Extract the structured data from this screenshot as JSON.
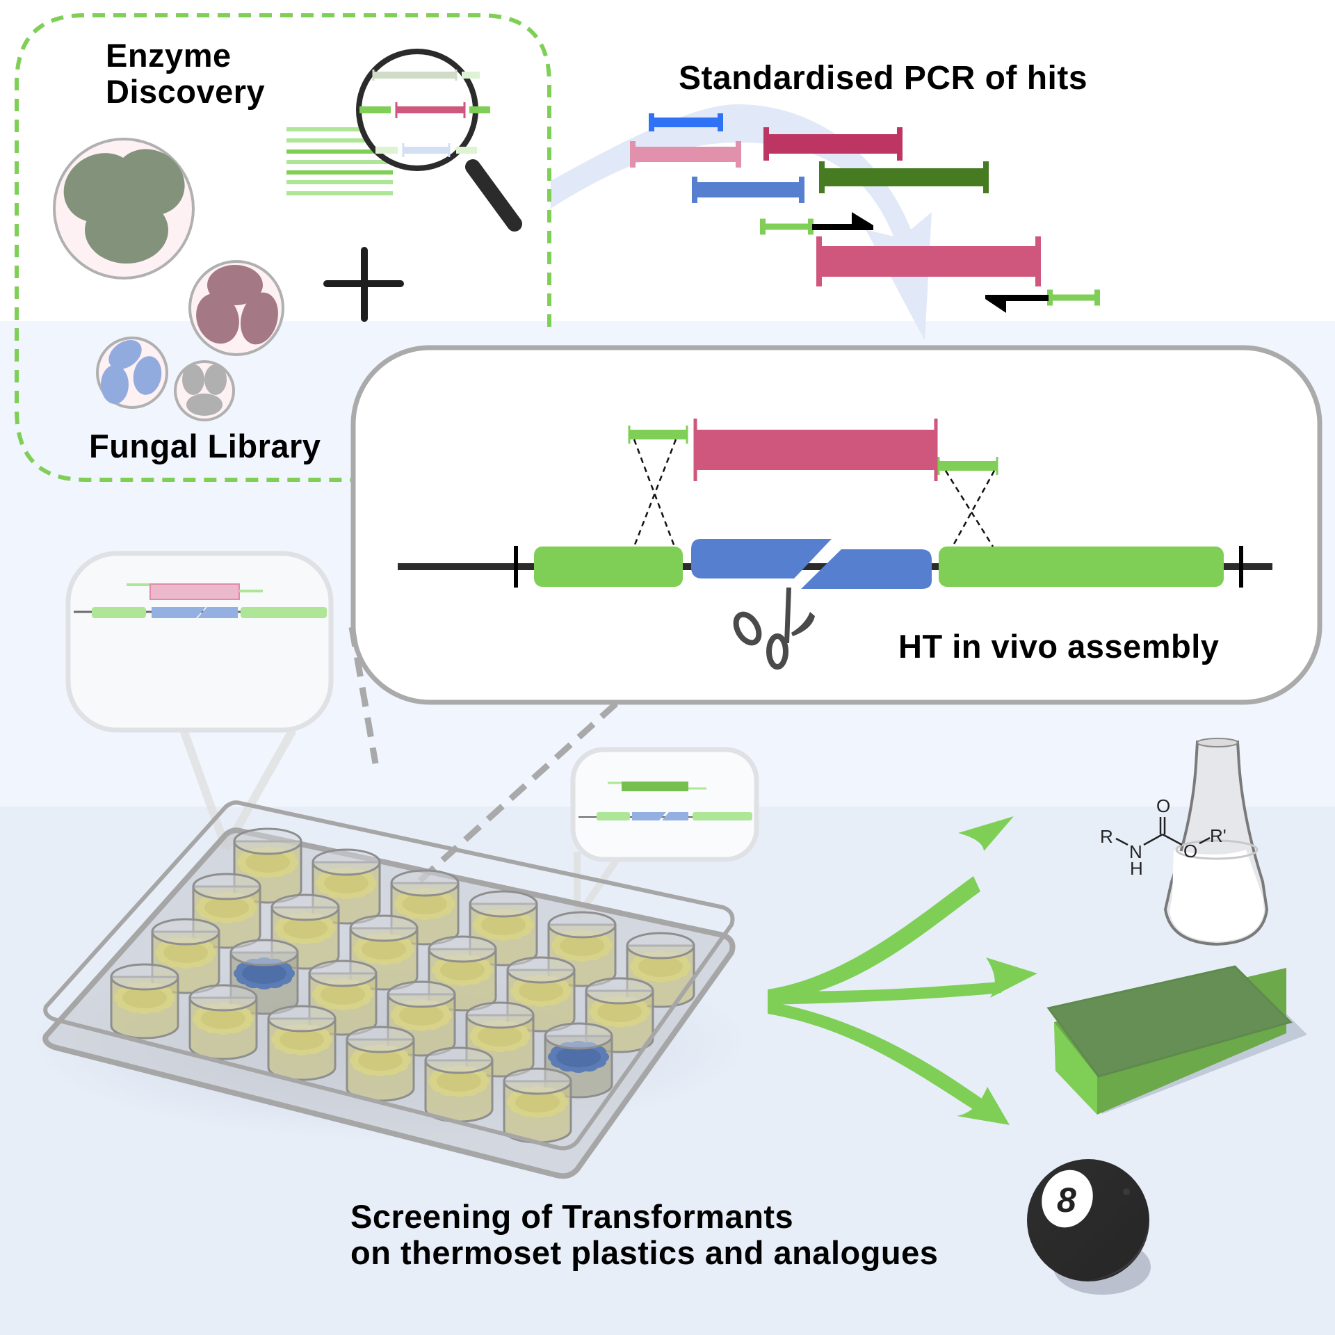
{
  "figure": {
    "type": "graphical-abstract",
    "background_colors": {
      "top": "#ffffff",
      "middle": "#f1f5fd",
      "bottom": "#e7eef8"
    }
  },
  "sections": {
    "enzyme_discovery": {
      "title_line1": "Enzyme",
      "title_line2": "Discovery"
    },
    "fungal_library": {
      "title": "Fungal Library"
    },
    "pcr": {
      "title": "Standardised PCR of hits"
    },
    "assembly": {
      "title": "HT in vivo assembly"
    },
    "screening": {
      "title_line1": "Screening of Transformants",
      "title_line2": "on thermoset plastics and analogues"
    }
  },
  "chemistry": {
    "structure": "carbamate",
    "atoms": {
      "r": "R",
      "n": "N",
      "h": "H",
      "o_carbonyl": "O",
      "o_ester": "O",
      "r_prime": "R'"
    }
  },
  "icons": [
    "magnifier-icon",
    "plus-icon",
    "scissors-icon",
    "flask-icon",
    "sponge-icon",
    "eight-ball-icon",
    "well-plate-icon"
  ],
  "eight_ball": {
    "number": "8"
  },
  "colors": {
    "green": "#7fcf57",
    "light_green": "#aee596",
    "pink": "#cf577d",
    "crimson": "#bd3562",
    "light_pink": "#e191ab",
    "blue": "#5680cf",
    "bright_blue": "#2f72f5",
    "dark_green": "#467b22",
    "dashed_border": "#7fcf57",
    "panel_border": "#a9a9a9"
  },
  "well_plate": {
    "rows": 4,
    "cols": 6,
    "blue_wells": 2
  }
}
